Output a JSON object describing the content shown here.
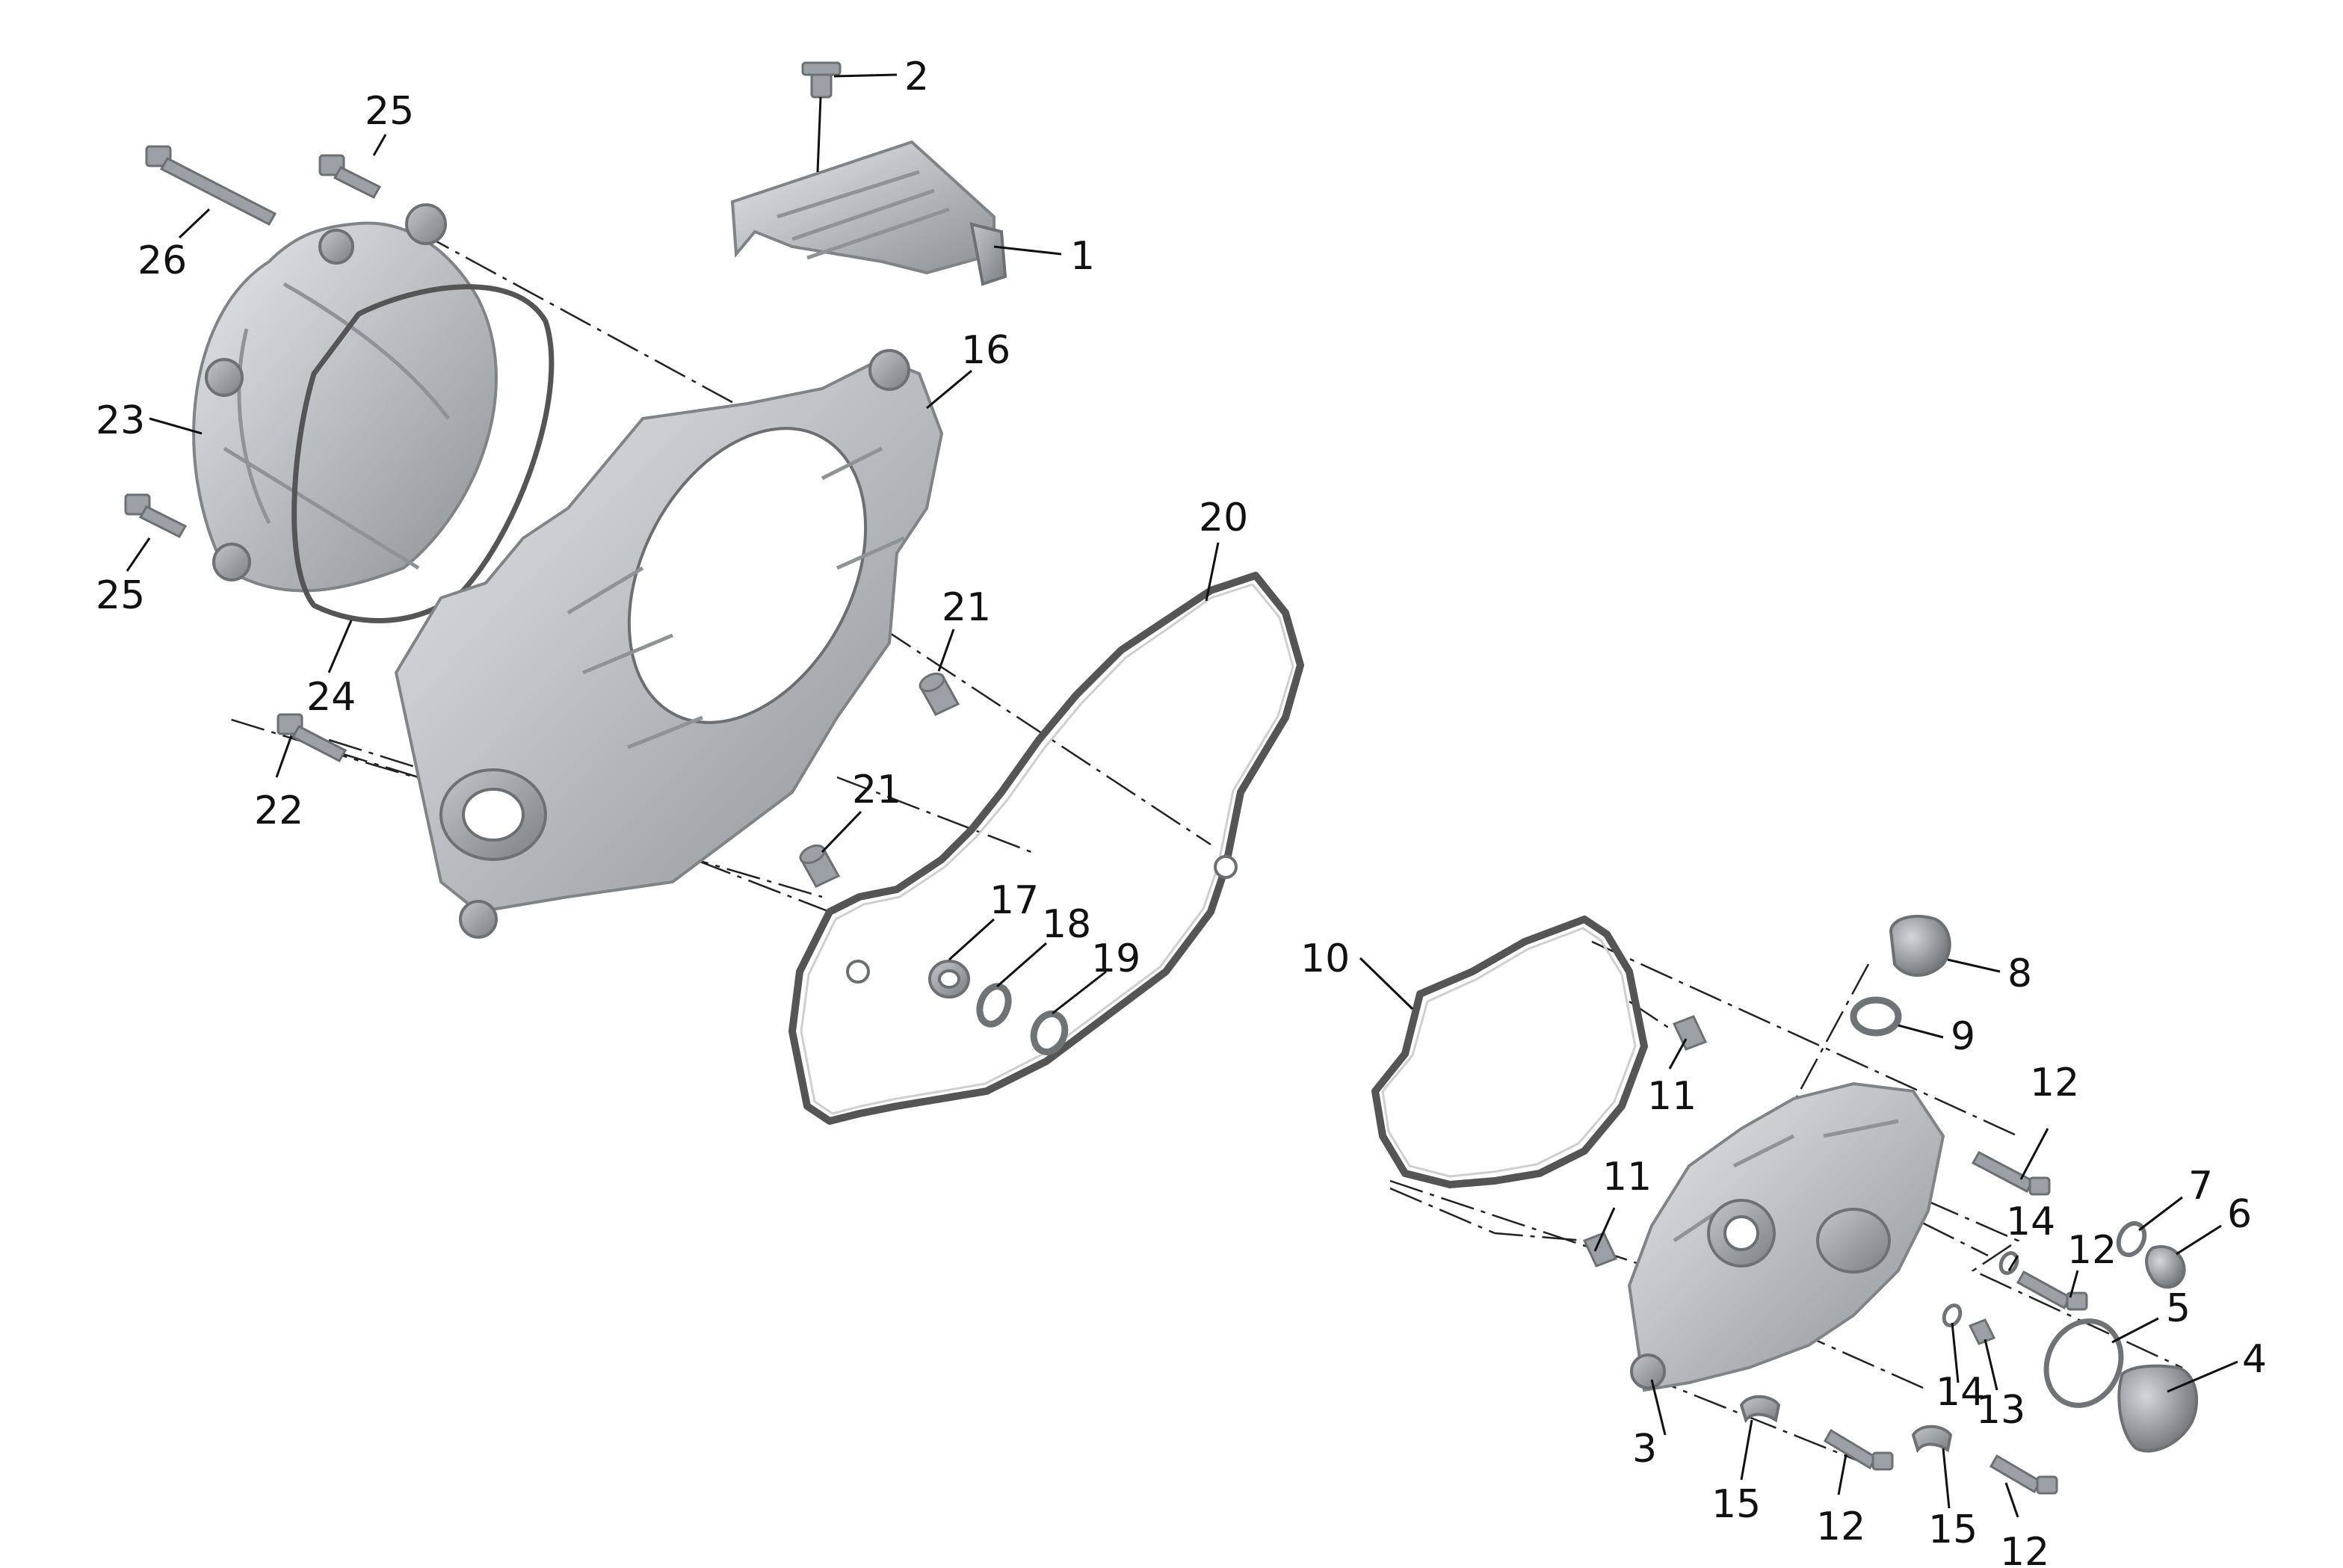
{
  "callouts": [
    {
      "id": "c1",
      "label": "1"
    },
    {
      "id": "c2",
      "label": "2"
    },
    {
      "id": "c3",
      "label": "3"
    },
    {
      "id": "c4",
      "label": "4"
    },
    {
      "id": "c5",
      "label": "5"
    },
    {
      "id": "c6",
      "label": "6"
    },
    {
      "id": "c7",
      "label": "7"
    },
    {
      "id": "c8",
      "label": "8"
    },
    {
      "id": "c9",
      "label": "9"
    },
    {
      "id": "c10",
      "label": "10"
    },
    {
      "id": "c11a",
      "label": "11"
    },
    {
      "id": "c11b",
      "label": "11"
    },
    {
      "id": "c12a",
      "label": "12"
    },
    {
      "id": "c12b",
      "label": "12"
    },
    {
      "id": "c12c",
      "label": "12"
    },
    {
      "id": "c12d",
      "label": "12"
    },
    {
      "id": "c13",
      "label": "13"
    },
    {
      "id": "c14a",
      "label": "14"
    },
    {
      "id": "c14b",
      "label": "14"
    },
    {
      "id": "c15a",
      "label": "15"
    },
    {
      "id": "c15b",
      "label": "15"
    },
    {
      "id": "c16",
      "label": "16"
    },
    {
      "id": "c17",
      "label": "17"
    },
    {
      "id": "c18",
      "label": "18"
    },
    {
      "id": "c19",
      "label": "19"
    },
    {
      "id": "c20",
      "label": "20"
    },
    {
      "id": "c21a",
      "label": "21"
    },
    {
      "id": "c21b",
      "label": "21"
    },
    {
      "id": "c22",
      "label": "22"
    },
    {
      "id": "c23",
      "label": "23"
    },
    {
      "id": "c24",
      "label": "24"
    },
    {
      "id": "c25a",
      "label": "25"
    },
    {
      "id": "c25b",
      "label": "25"
    },
    {
      "id": "c26",
      "label": "26"
    }
  ],
  "colors": {
    "metal_light": "#d9dcdf",
    "metal_mid": "#aeb3b8",
    "metal_dark": "#7f8489",
    "line": "#111111"
  }
}
